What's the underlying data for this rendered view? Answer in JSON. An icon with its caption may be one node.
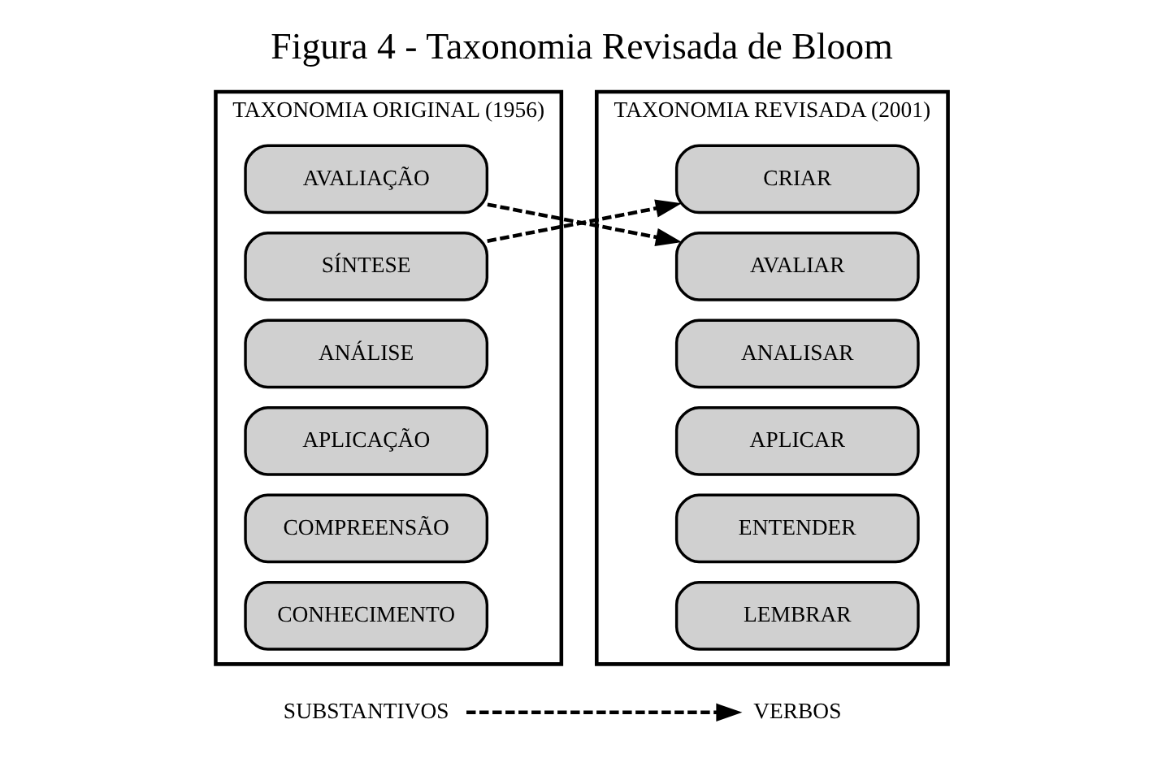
{
  "diagram": {
    "title": "Figura 4 - Taxonomia Revisada de Bloom",
    "nodes": [
      {
        "text": [
          "TAXONOMIA ORIGINAL (1956)"
        ]
      },
      {
        "text": [
          "AVALIAÇÃO"
        ],
        "in": 0
      },
      {
        "text": [
          "SÍNTESE"
        ],
        "in": 0
      },
      {
        "text": [
          "ANÁLISE"
        ],
        "in": 0
      },
      {
        "text": [
          "APLICAÇÃO"
        ],
        "in": 0
      },
      {
        "text": [
          "COMPREENSÃO"
        ],
        "in": 0
      },
      {
        "text": [
          "CONHECIMENTO"
        ],
        "in": 0
      },
      {
        "text": [
          "TAXONOMIA REVISADA (2001)"
        ]
      },
      {
        "text": [
          "CRIAR"
        ],
        "in": 7
      },
      {
        "text": [
          "AVALIAR"
        ],
        "in": 7
      },
      {
        "text": [
          "ANALISAR"
        ],
        "in": 7
      },
      {
        "text": [
          "APLICAR"
        ],
        "in": 7
      },
      {
        "text": [
          "ENTENDER"
        ],
        "in": 7
      },
      {
        "text": [
          "LEMBRAR"
        ],
        "in": 7
      },
      {
        "text": [
          "SUBSTANTIVOS"
        ]
      },
      {
        "text": [
          "VERBOS"
        ]
      }
    ],
    "edges": [
      {
        "from": 1,
        "to": 9,
        "arrow": "to",
        "style": "dashed"
      },
      {
        "from": 2,
        "to": 8,
        "arrow": "to",
        "style": "dashed"
      },
      {
        "from": 14,
        "to": 15,
        "arrow": "to",
        "style": "dashed"
      }
    ]
  }
}
